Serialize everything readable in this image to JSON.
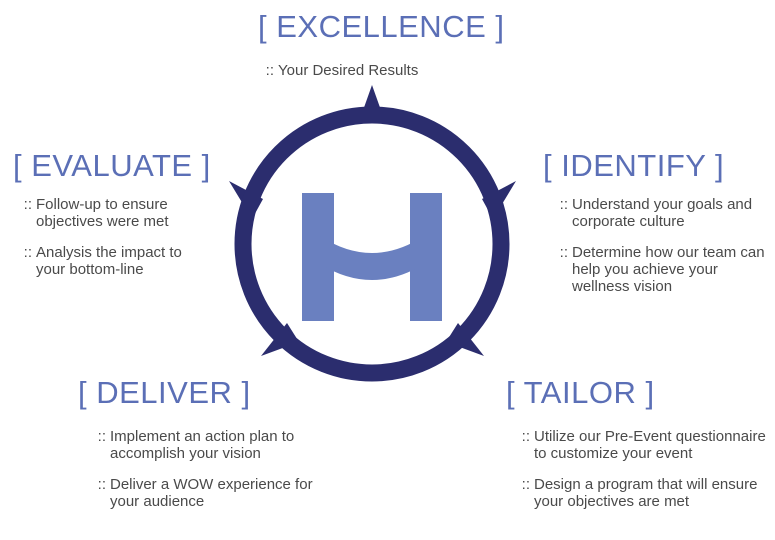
{
  "colors": {
    "navy": "#2b2d6e",
    "accent": "#6a80c0",
    "heading": "#5b6fb6",
    "text": "#4a4a4a"
  },
  "marker": "::",
  "center_icon": "compass-logo-icon",
  "excellence": {
    "title": "[ EXCELLENCE ]",
    "items": [
      "Your Desired Results"
    ]
  },
  "evaluate": {
    "title": "[ EVALUATE ]",
    "items": [
      "Follow-up to ensure objectives were met",
      "Analysis the impact to your bottom-line"
    ]
  },
  "identify": {
    "title": "[ IDENTIFY ]",
    "items": [
      "Understand your goals and corporate culture",
      "Determine how our team can help you achieve your wellness vision"
    ]
  },
  "deliver": {
    "title": "[ DELIVER ]",
    "items": [
      "Implement an action plan to accomplish your vision",
      "Deliver a WOW experience for your audience"
    ]
  },
  "tailor": {
    "title": "[ TAILOR ]",
    "items": [
      "Utilize our Pre-Event questionnaire to customize your event",
      "Design a program that will ensure your objectives are met"
    ]
  }
}
